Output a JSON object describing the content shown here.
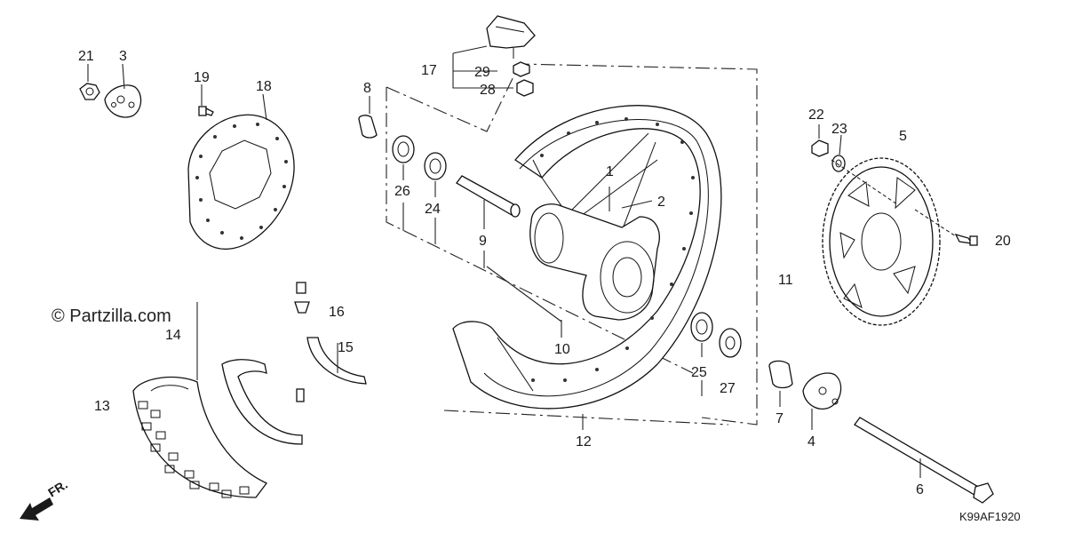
{
  "diagram": {
    "watermark": "© Partzilla.com",
    "code": "K99AF1920",
    "direction_label": "FR.",
    "callouts": [
      {
        "id": "c1",
        "label": "1"
      },
      {
        "id": "c2",
        "label": "2"
      },
      {
        "id": "c3",
        "label": "3"
      },
      {
        "id": "c4",
        "label": "4"
      },
      {
        "id": "c5",
        "label": "5"
      },
      {
        "id": "c6",
        "label": "6"
      },
      {
        "id": "c7",
        "label": "7"
      },
      {
        "id": "c8",
        "label": "8"
      },
      {
        "id": "c9",
        "label": "9"
      },
      {
        "id": "c10",
        "label": "10"
      },
      {
        "id": "c11",
        "label": "11"
      },
      {
        "id": "c12",
        "label": "12"
      },
      {
        "id": "c13",
        "label": "13"
      },
      {
        "id": "c14",
        "label": "14"
      },
      {
        "id": "c15",
        "label": "15"
      },
      {
        "id": "c16",
        "label": "16"
      },
      {
        "id": "c17",
        "label": "17"
      },
      {
        "id": "c18",
        "label": "18"
      },
      {
        "id": "c19",
        "label": "19"
      },
      {
        "id": "c20",
        "label": "20"
      },
      {
        "id": "c21",
        "label": "21"
      },
      {
        "id": "c22",
        "label": "22"
      },
      {
        "id": "c23",
        "label": "23"
      },
      {
        "id": "c24",
        "label": "24"
      },
      {
        "id": "c25",
        "label": "25"
      },
      {
        "id": "c26",
        "label": "26"
      },
      {
        "id": "c27",
        "label": "27"
      },
      {
        "id": "c28",
        "label": "28"
      },
      {
        "id": "c29",
        "label": "29"
      }
    ]
  }
}
